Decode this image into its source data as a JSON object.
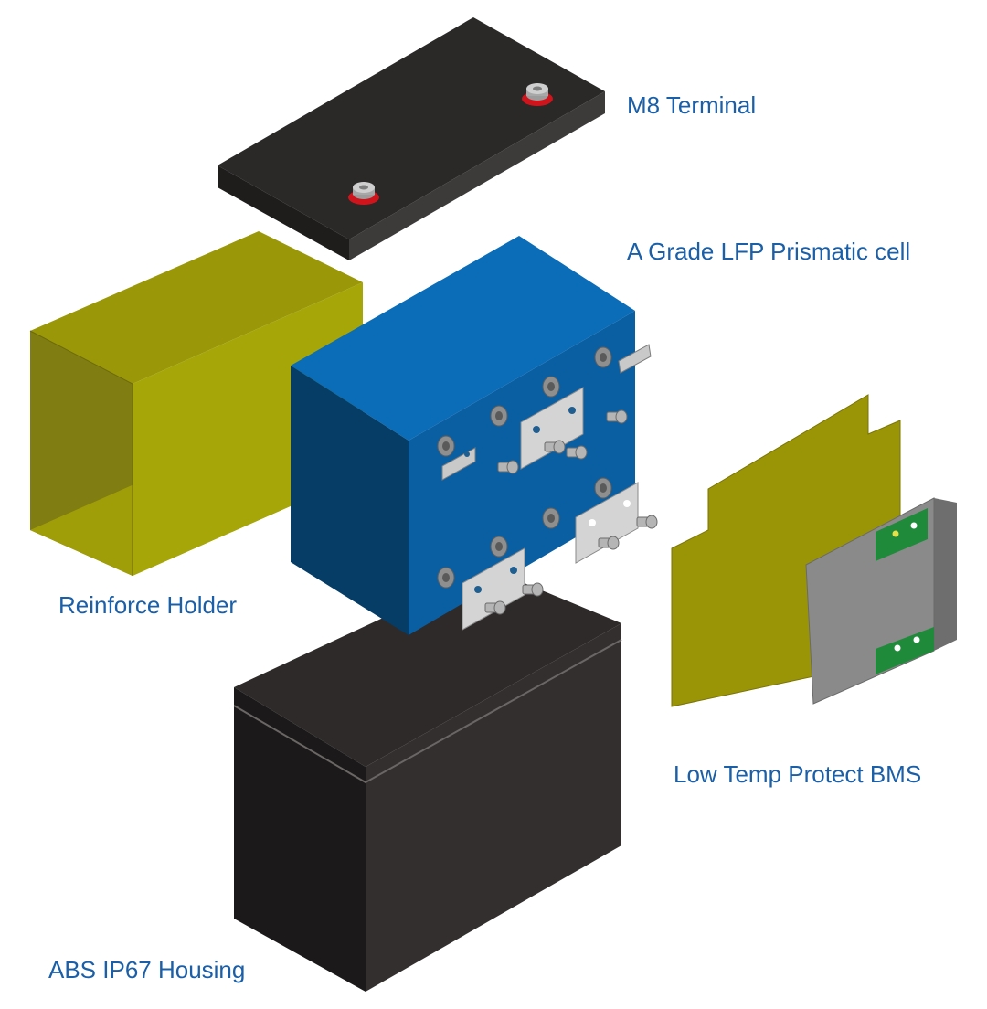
{
  "labels": {
    "terminal": "M8 Terminal",
    "cell": "A Grade LFP Prismatic cell",
    "holder": "Reinforce Holder",
    "bms": "Low Temp Protect BMS",
    "housing": "ABS IP67 Housing"
  },
  "colors": {
    "label_text": "#1a5fa8",
    "lid_top": "#2b2828",
    "lid_side_front": "#1f1c1c",
    "lid_side_right": "#3c3939",
    "terminal_ring": "#d0141c",
    "terminal_post": "#b8b8b8",
    "holder_front": "#a6a609",
    "holder_side": "#7f7c12",
    "holder_inner": "#969407",
    "cell_top": "#0b6db8",
    "cell_front": "#053d66",
    "cell_side": "#0a5fa3",
    "busbar": "#d4d4d4",
    "insulation_sheet": "#9a9407",
    "bms_body": "#8a8a8a",
    "bms_edge": "#6e6e6e",
    "bms_pcb": "#1f8a3a",
    "housing_top": "#2e2a2a",
    "housing_front": "#1b1919",
    "housing_side": "#332f2f"
  }
}
